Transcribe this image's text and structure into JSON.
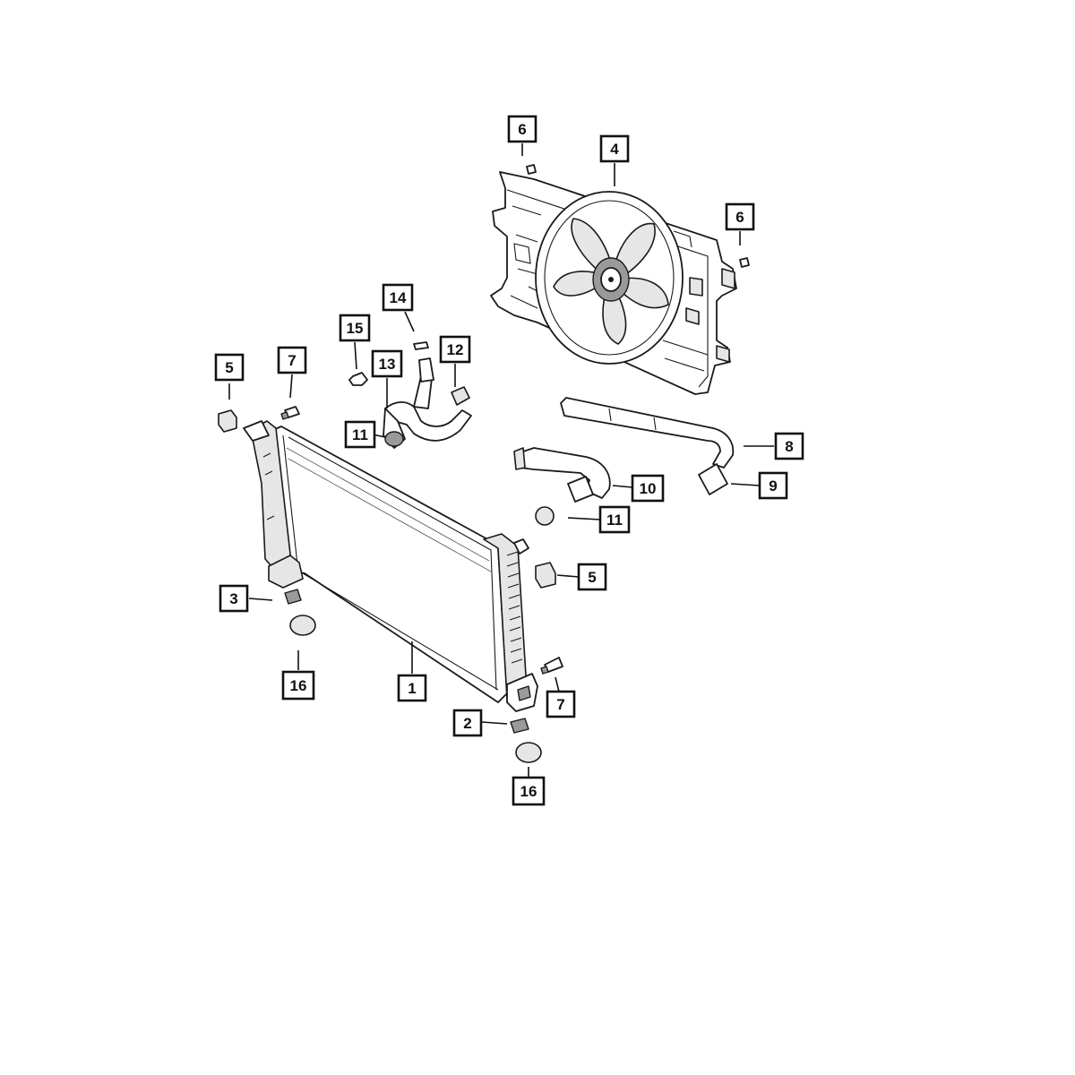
{
  "diagram": {
    "colors": {
      "line": "#111111",
      "background": "#ffffff",
      "shade": "#e6e6e6"
    },
    "callouts": [
      {
        "id": "c6a",
        "number": "6"
      },
      {
        "id": "c4",
        "number": "4"
      },
      {
        "id": "c6b",
        "number": "6"
      },
      {
        "id": "c14",
        "number": "14"
      },
      {
        "id": "c15",
        "number": "15"
      },
      {
        "id": "c12",
        "number": "12"
      },
      {
        "id": "c13",
        "number": "13"
      },
      {
        "id": "c5a",
        "number": "5"
      },
      {
        "id": "c7a",
        "number": "7"
      },
      {
        "id": "c11a",
        "number": "11"
      },
      {
        "id": "c8",
        "number": "8"
      },
      {
        "id": "c10",
        "number": "10"
      },
      {
        "id": "c9",
        "number": "9"
      },
      {
        "id": "c11b",
        "number": "11"
      },
      {
        "id": "c5b",
        "number": "5"
      },
      {
        "id": "c3",
        "number": "3"
      },
      {
        "id": "c16a",
        "number": "16"
      },
      {
        "id": "c1",
        "number": "1"
      },
      {
        "id": "c7b",
        "number": "7"
      },
      {
        "id": "c2",
        "number": "2"
      },
      {
        "id": "c16b",
        "number": "16"
      }
    ]
  }
}
